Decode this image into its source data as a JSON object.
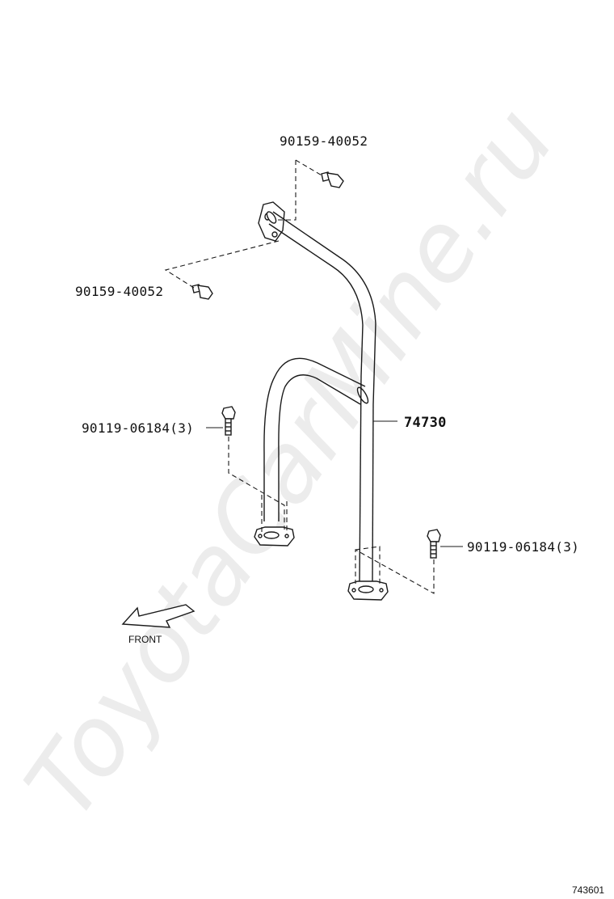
{
  "watermark": "ToyotaCarMine.ru",
  "parts": {
    "bolt_top": "90159-40052",
    "bolt_left": "90159-40052",
    "bolt_rear_left": "90119-06184(3)",
    "main_part": "74730",
    "bolt_front_right": "90119-06184(3)"
  },
  "direction_label": "FRONT",
  "diagram_id": "743601"
}
